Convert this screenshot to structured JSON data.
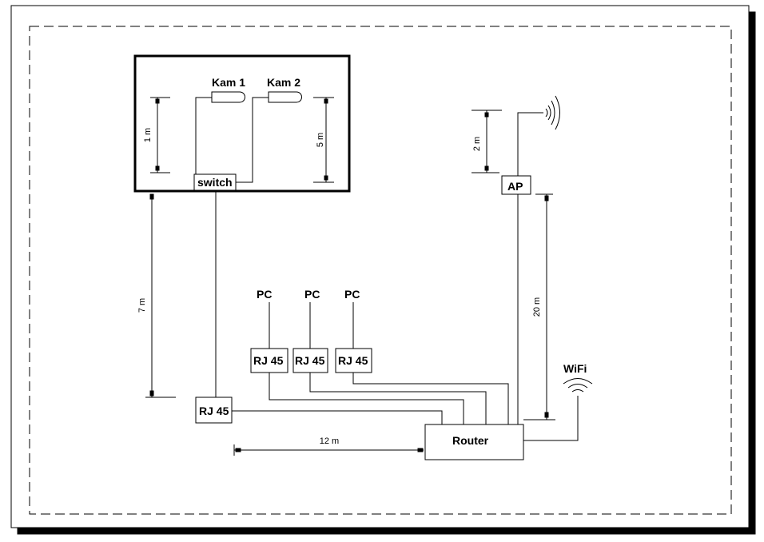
{
  "room": {
    "cameras": [
      "Kam 1",
      "Kam 2"
    ],
    "switch": "switch",
    "dim_cam1": "1 m",
    "dim_cam2": "5 m"
  },
  "dim_room_to_rj45": "7 m",
  "dim_rj45_to_router": "12 m",
  "pcs": [
    {
      "label": "PC",
      "socket": "RJ 45"
    },
    {
      "label": "PC",
      "socket": "RJ 45"
    },
    {
      "label": "PC",
      "socket": "RJ 45"
    }
  ],
  "camera_socket": "RJ 45",
  "router": "Router",
  "ap": {
    "label": "AP",
    "dim_antenna": "2 m",
    "dim_cable": "20 m"
  },
  "wifi": "WiFi"
}
